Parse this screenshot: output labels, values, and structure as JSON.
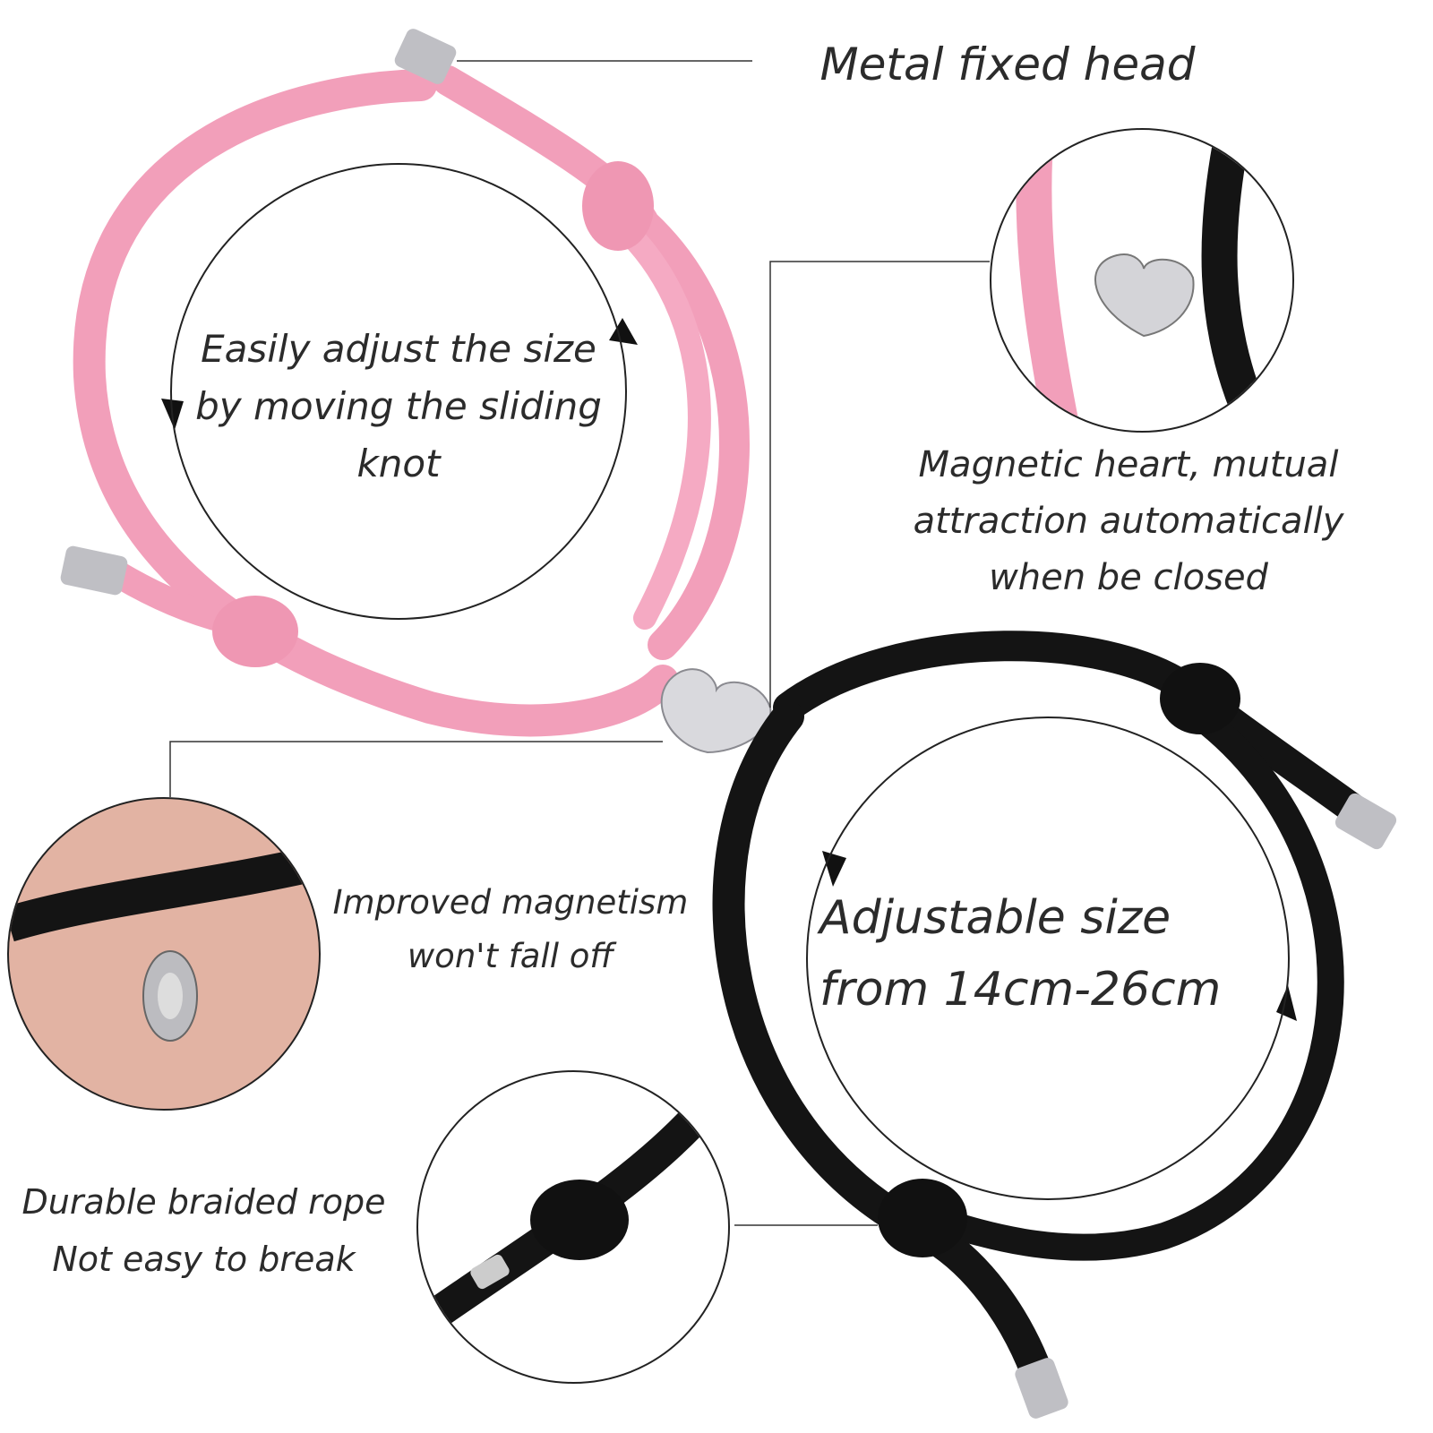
{
  "labels": {
    "metal_head": "Metal fixed head",
    "easily_adjust": [
      "Easily adjust the size",
      "by moving the sliding",
      "knot"
    ],
    "magnetic_heart": [
      "Magnetic heart, mutual",
      "attraction automatically",
      "when be closed"
    ],
    "improved_magnetism": [
      "Improved magnetism",
      "won't fall off"
    ],
    "adjustable_size": [
      "Adjustable size",
      "from 14cm-26cm"
    ],
    "durable_rope": [
      "Durable braided rope",
      "Not easy to break"
    ]
  },
  "colors": {
    "pink_rope": "#f29fba",
    "black_rope": "#141414",
    "metal": "#c8c8cc",
    "skin": "#e2b3a3"
  }
}
